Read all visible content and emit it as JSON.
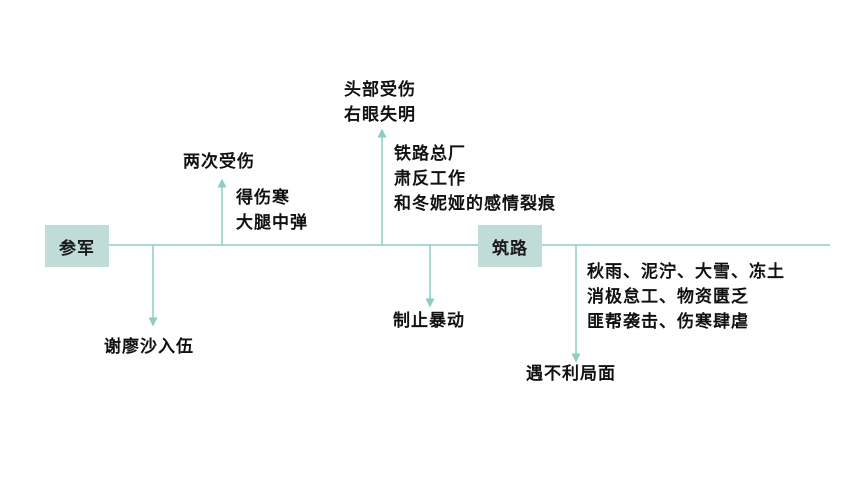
{
  "nodes": {
    "join_army": "参军",
    "build_road": "筑路"
  },
  "events": {
    "injured_twice": "两次受伤",
    "injury_details": [
      "得伤寒",
      "大腿中弹"
    ],
    "head_injury": [
      "头部受伤",
      "右眼失明"
    ],
    "railway_work": [
      "铁路总厂",
      "肃反工作",
      "和冬妮娅的感情裂痕"
    ],
    "enlist": "谢廖沙入伍",
    "stop_riot": "制止暴动",
    "hardships": [
      "秋雨、泥泞、大雪、冻土",
      "消极怠工、物资匮乏",
      "匪帮袭击、伤寒肆虐"
    ],
    "unfavorable": "遇不利局面"
  },
  "colors": {
    "line": "#8ecdc3",
    "box_fill": "#bfdcd8",
    "text": "#111111"
  }
}
